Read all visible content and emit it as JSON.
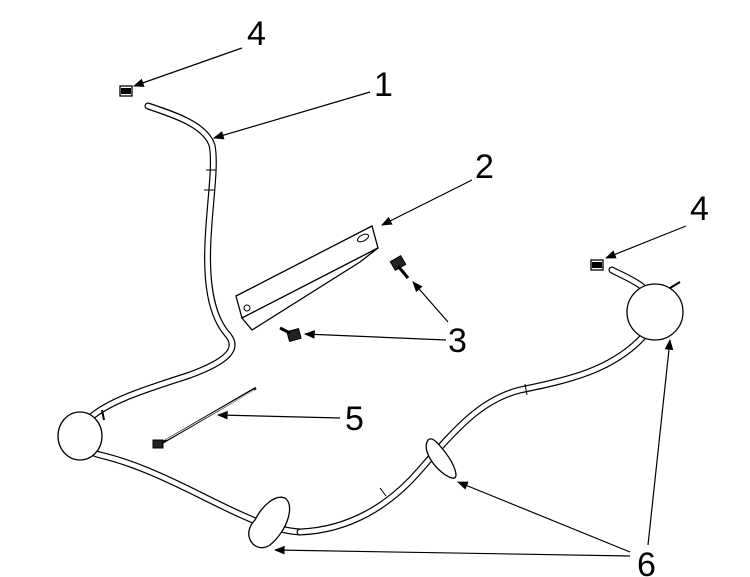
{
  "callouts": [
    {
      "id": "1",
      "label": "1"
    },
    {
      "id": "2",
      "label": "2"
    },
    {
      "id": "3",
      "label": "3"
    },
    {
      "id": "4a",
      "label": "4"
    },
    {
      "id": "4b",
      "label": "4"
    },
    {
      "id": "5",
      "label": "5"
    },
    {
      "id": "6",
      "label": "6"
    }
  ]
}
